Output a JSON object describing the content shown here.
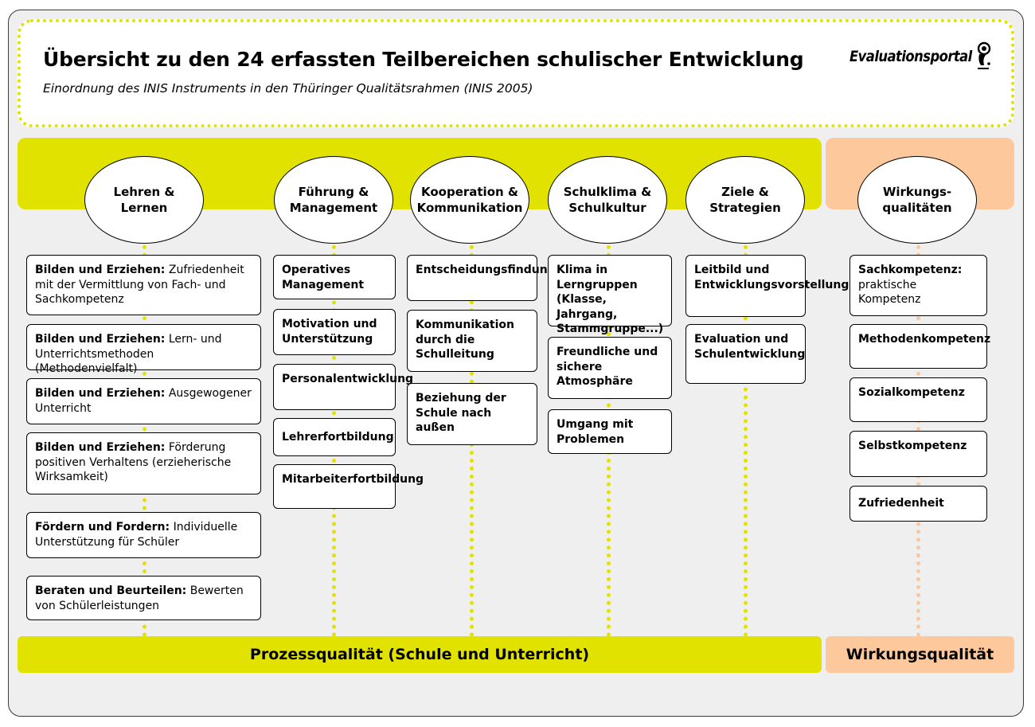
{
  "header": {
    "title": "Übersicht zu den 24 erfassten Teilbereichen schulischer Entwicklung",
    "subtitle": "Einordnung des INIS Instruments in den Thüringer Qualitätsrahmen (INIS 2005)",
    "logo_text": "Evaluationsportal"
  },
  "colors": {
    "yellow": "#e2e200",
    "peach": "#fdc99c",
    "panel": "#efefef"
  },
  "categories": [
    {
      "label": "Lehren &\nLernen"
    },
    {
      "label": "Führung &\nManagement"
    },
    {
      "label": "Kooperation &\nKommunikation"
    },
    {
      "label": "Schulklima &\nSchulkultur"
    },
    {
      "label": "Ziele &\nStrategien"
    },
    {
      "label": "Wirkungs-\nqualitäten"
    }
  ],
  "columns": {
    "lehren": [
      {
        "bold": "Bilden und Erziehen:",
        "text": " Zufriedenheit mit der Vermittlung von Fach- und Sachkompetenz"
      },
      {
        "bold": "Bilden und Erziehen:",
        "text": " Lern- und Unterrichtsmethoden (Methodenvielfalt)"
      },
      {
        "bold": "Bilden und Erziehen:",
        "text": " Ausgewogener Unterricht"
      },
      {
        "bold": "Bilden und Erziehen:",
        "text": " Förderung positiven Verhaltens (erzieherische Wirksamkeit)"
      },
      {
        "bold": "Fördern und Fordern:",
        "text": " Individuelle Unterstützung für Schüler"
      },
      {
        "bold": "Beraten und Beurteilen:",
        "text": " Bewerten von Schülerleistungen"
      }
    ],
    "fuehrung": [
      {
        "bold": "Operatives Management",
        "text": ""
      },
      {
        "bold": "Motivation und Unterstützung",
        "text": ""
      },
      {
        "bold": "Personalentwicklung",
        "text": ""
      },
      {
        "bold": "Lehrerfortbildung",
        "text": ""
      },
      {
        "bold": "Mitarbeiterfortbildung",
        "text": ""
      }
    ],
    "kooperation": [
      {
        "bold": "Entscheidungsfindung",
        "text": ""
      },
      {
        "bold": "Kommunikation durch die Schulleitung",
        "text": ""
      },
      {
        "bold": "Beziehung der Schule nach außen",
        "text": ""
      }
    ],
    "schulklima": [
      {
        "bold": "Klima in Lerngruppen (Klasse, Jahrgang, Stammgruppe...)",
        "text": ""
      },
      {
        "bold": "Freundliche und sichere Atmosphäre",
        "text": ""
      },
      {
        "bold": "Umgang mit Problemen",
        "text": ""
      }
    ],
    "ziele": [
      {
        "bold": "Leitbild und Entwicklungsvorstellungen",
        "text": ""
      },
      {
        "bold": "Evaluation und Schulentwicklung",
        "text": ""
      }
    ],
    "wirkung": [
      {
        "bold": "Sachkompetenz:",
        "text": " praktische Kompetenz"
      },
      {
        "bold": "Methodenkompetenz",
        "text": ""
      },
      {
        "bold": "Sozialkompetenz",
        "text": ""
      },
      {
        "bold": "Selbstkompetenz",
        "text": ""
      },
      {
        "bold": "Zufriedenheit",
        "text": ""
      }
    ]
  },
  "footer": {
    "process": "Prozessqualität (Schule und Unterricht)",
    "effect": "Wirkungsqualität"
  }
}
